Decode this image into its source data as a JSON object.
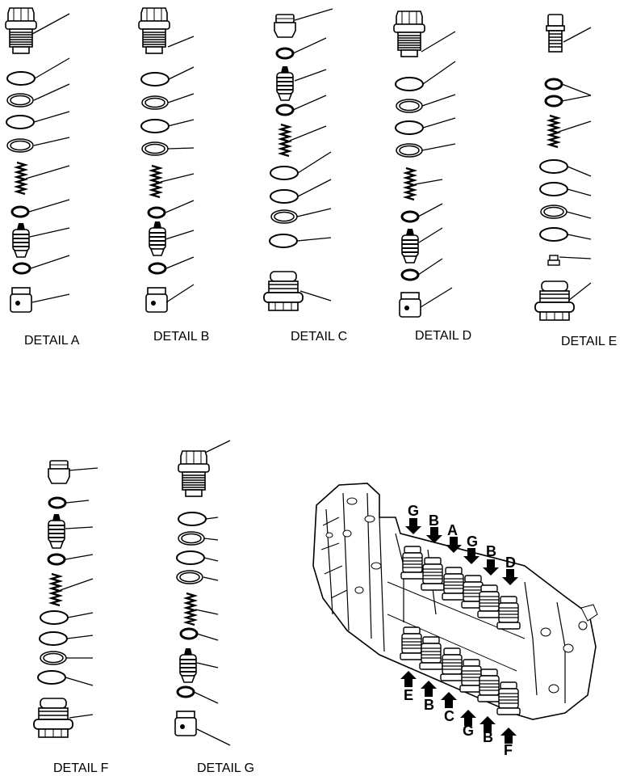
{
  "details": [
    {
      "id": "A",
      "title": "DETAIL A"
    },
    {
      "id": "B",
      "title": "DETAIL B"
    },
    {
      "id": "C",
      "title": "DETAIL C"
    },
    {
      "id": "D",
      "title": "DETAIL D"
    },
    {
      "id": "E",
      "title": "DETAIL E"
    },
    {
      "id": "F",
      "title": "DETAIL F"
    },
    {
      "id": "G",
      "title": "DETAIL G"
    }
  ],
  "assembly": {
    "top_callouts": [
      "G",
      "B",
      "A",
      "G",
      "B",
      "D"
    ],
    "bottom_callouts": [
      "E",
      "B",
      "C",
      "G",
      "B",
      "F"
    ]
  }
}
